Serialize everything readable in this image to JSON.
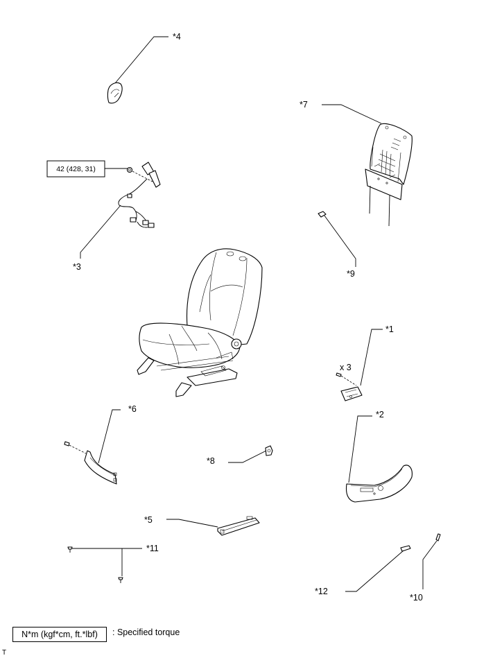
{
  "callouts": {
    "c1": "*1",
    "c2": "*2",
    "c3": "*3",
    "c4": "*4",
    "c5": "*5",
    "c6": "*6",
    "c7": "*7",
    "c8": "*8",
    "c9": "*9",
    "c10": "*10",
    "c11": "*11",
    "c12": "*12"
  },
  "torque_value": "42 (428, 31)",
  "quantity": "x 3",
  "legend": {
    "unit": "N*m (kgf*cm, ft.*lbf)",
    "description": ": Specified torque"
  },
  "corner_mark": "T"
}
